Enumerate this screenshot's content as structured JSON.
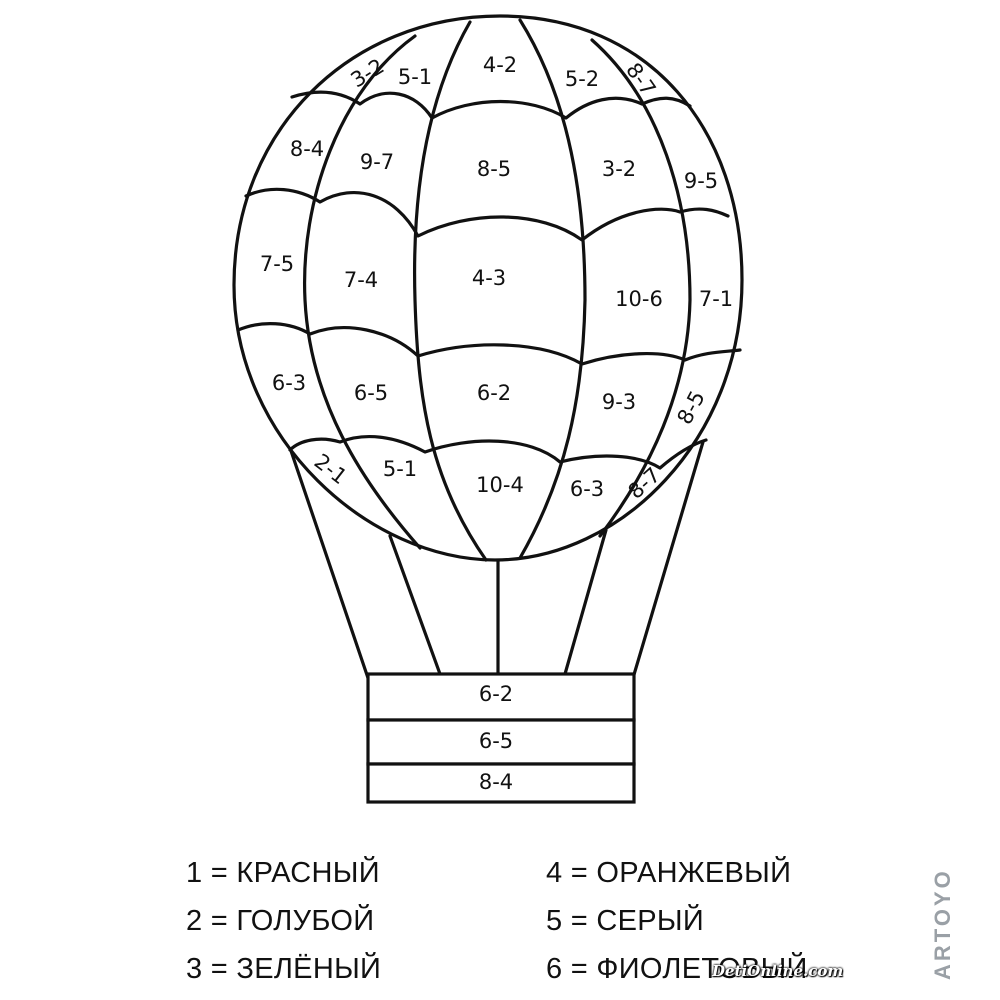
{
  "balloon": {
    "row1": [
      "3-2",
      "5-1",
      "4-2",
      "5-2",
      "8-7"
    ],
    "row2": [
      "8-4",
      "9-7",
      "8-5",
      "3-2",
      "9-5"
    ],
    "row3": [
      "7-5",
      "7-4",
      "4-3",
      "10-6",
      "7-1"
    ],
    "row4": [
      "6-3",
      "6-5",
      "6-2",
      "9-3",
      "8-5"
    ],
    "row5": [
      "2-1",
      "5-1",
      "10-4",
      "6-3",
      "8-7"
    ]
  },
  "basket": [
    "6-2",
    "6-5",
    "8-4"
  ],
  "legend": {
    "left": [
      "1 = КРАСНЫЙ",
      "2 = ГОЛУБОЙ",
      "3 = ЗЕЛЁНЫЙ"
    ],
    "right": [
      "4 = ОРАНЖЕВЫЙ",
      "5 = СЕРЫЙ",
      "6 = ФИОЛЕТОВЫЙ"
    ]
  },
  "branding": {
    "side_logo": "ARTOYO",
    "watermark": "DetiOnline.com"
  }
}
